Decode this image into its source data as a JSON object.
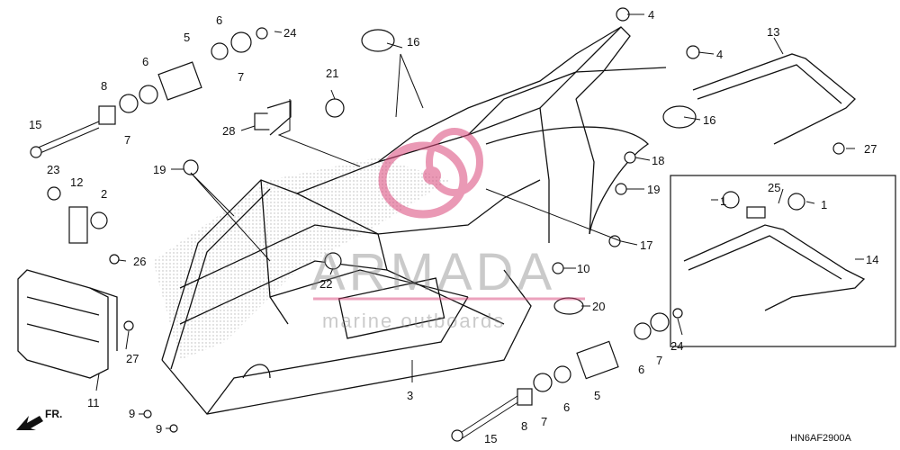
{
  "diagram_code": "HN6AF2900A",
  "direction_label": "FR.",
  "watermark": {
    "brand": "ARMADA",
    "tagline": "marine outboards",
    "color": "#d9467a"
  },
  "callouts": [
    "1",
    "1",
    "2",
    "3",
    "4",
    "4",
    "5",
    "5",
    "6",
    "6",
    "6",
    "6",
    "7",
    "7",
    "7",
    "7",
    "8",
    "8",
    "9",
    "9",
    "10",
    "11",
    "12",
    "13",
    "14",
    "15",
    "15",
    "16",
    "16",
    "17",
    "18",
    "19",
    "19",
    "20",
    "21",
    "22",
    "23",
    "24",
    "24",
    "25",
    "26",
    "27",
    "27",
    "28"
  ]
}
